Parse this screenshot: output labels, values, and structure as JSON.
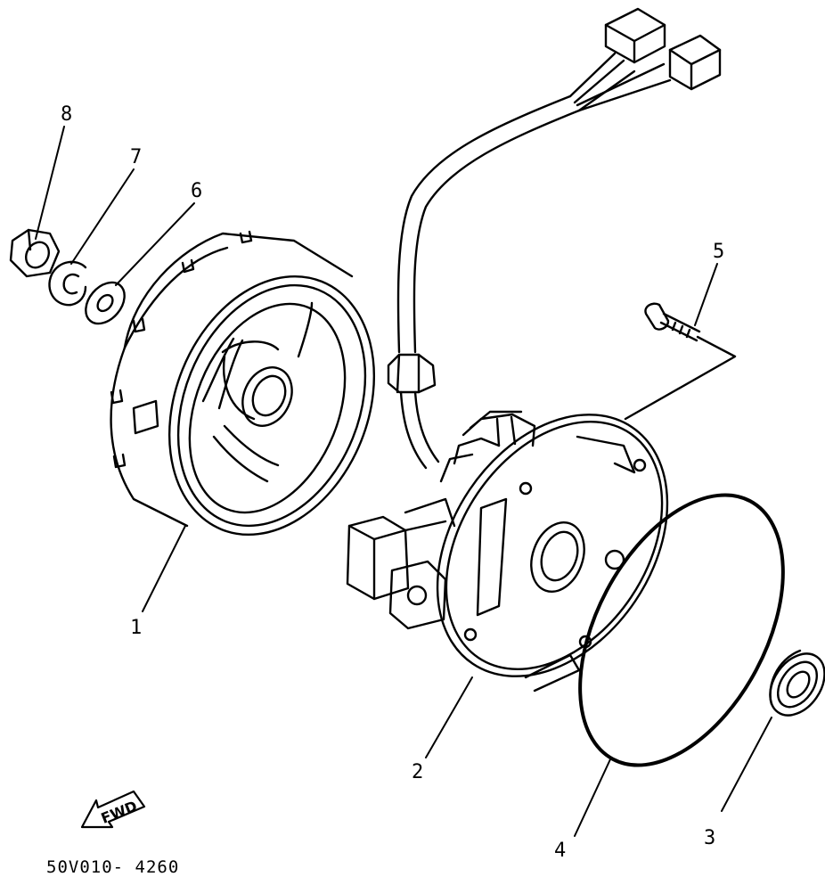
{
  "parts": [
    {
      "id": "flywheel-rotor",
      "number": "1"
    },
    {
      "id": "stator-assembly",
      "number": "2"
    },
    {
      "id": "oil-seal",
      "number": "3"
    },
    {
      "id": "o-ring",
      "number": "4"
    },
    {
      "id": "screw",
      "number": "5"
    },
    {
      "id": "washer",
      "number": "6"
    },
    {
      "id": "lock-washer",
      "number": "7"
    },
    {
      "id": "nut",
      "number": "8"
    }
  ],
  "direction_label": "FWD",
  "diagram_code": "50V010- 4260",
  "line_color": "#000000",
  "background": "#ffffff"
}
